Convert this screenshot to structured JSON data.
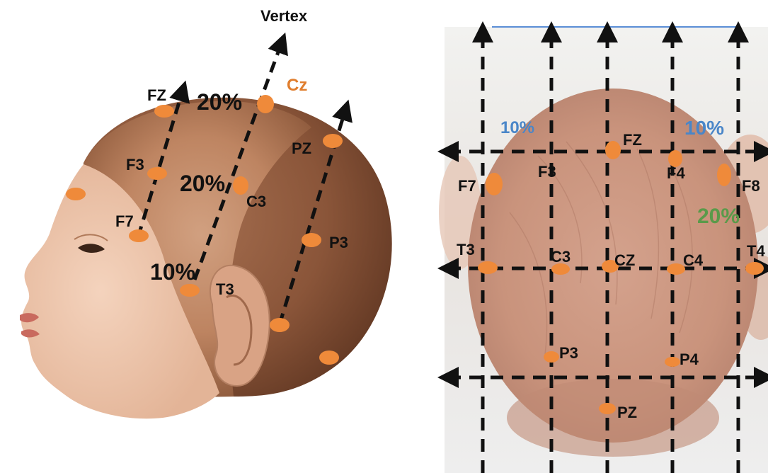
{
  "side_view": {
    "vertex_label": "Vertex",
    "cz_label": "Cz",
    "pct_top": "20%",
    "pct_mid": "20%",
    "pct_low": "10%",
    "electrodes": [
      "FZ",
      "F3",
      "F7",
      "C3",
      "T3",
      "PZ",
      "P3"
    ]
  },
  "top_view": {
    "pct_left": "10%",
    "pct_right": "10%",
    "pct_green": "20%",
    "electrodes": [
      "FZ",
      "F3",
      "F4",
      "F7",
      "F8",
      "T3",
      "C3",
      "CZ",
      "C4",
      "T4",
      "P3",
      "P4",
      "PZ"
    ]
  },
  "colors": {
    "electrode": "#ef8a3a",
    "cz_text": "#e07e2e",
    "pct_blue": "#4a86c8",
    "pct_green": "#5a9a4a",
    "top_line": "#5b8ed6",
    "guide": "#111111"
  }
}
